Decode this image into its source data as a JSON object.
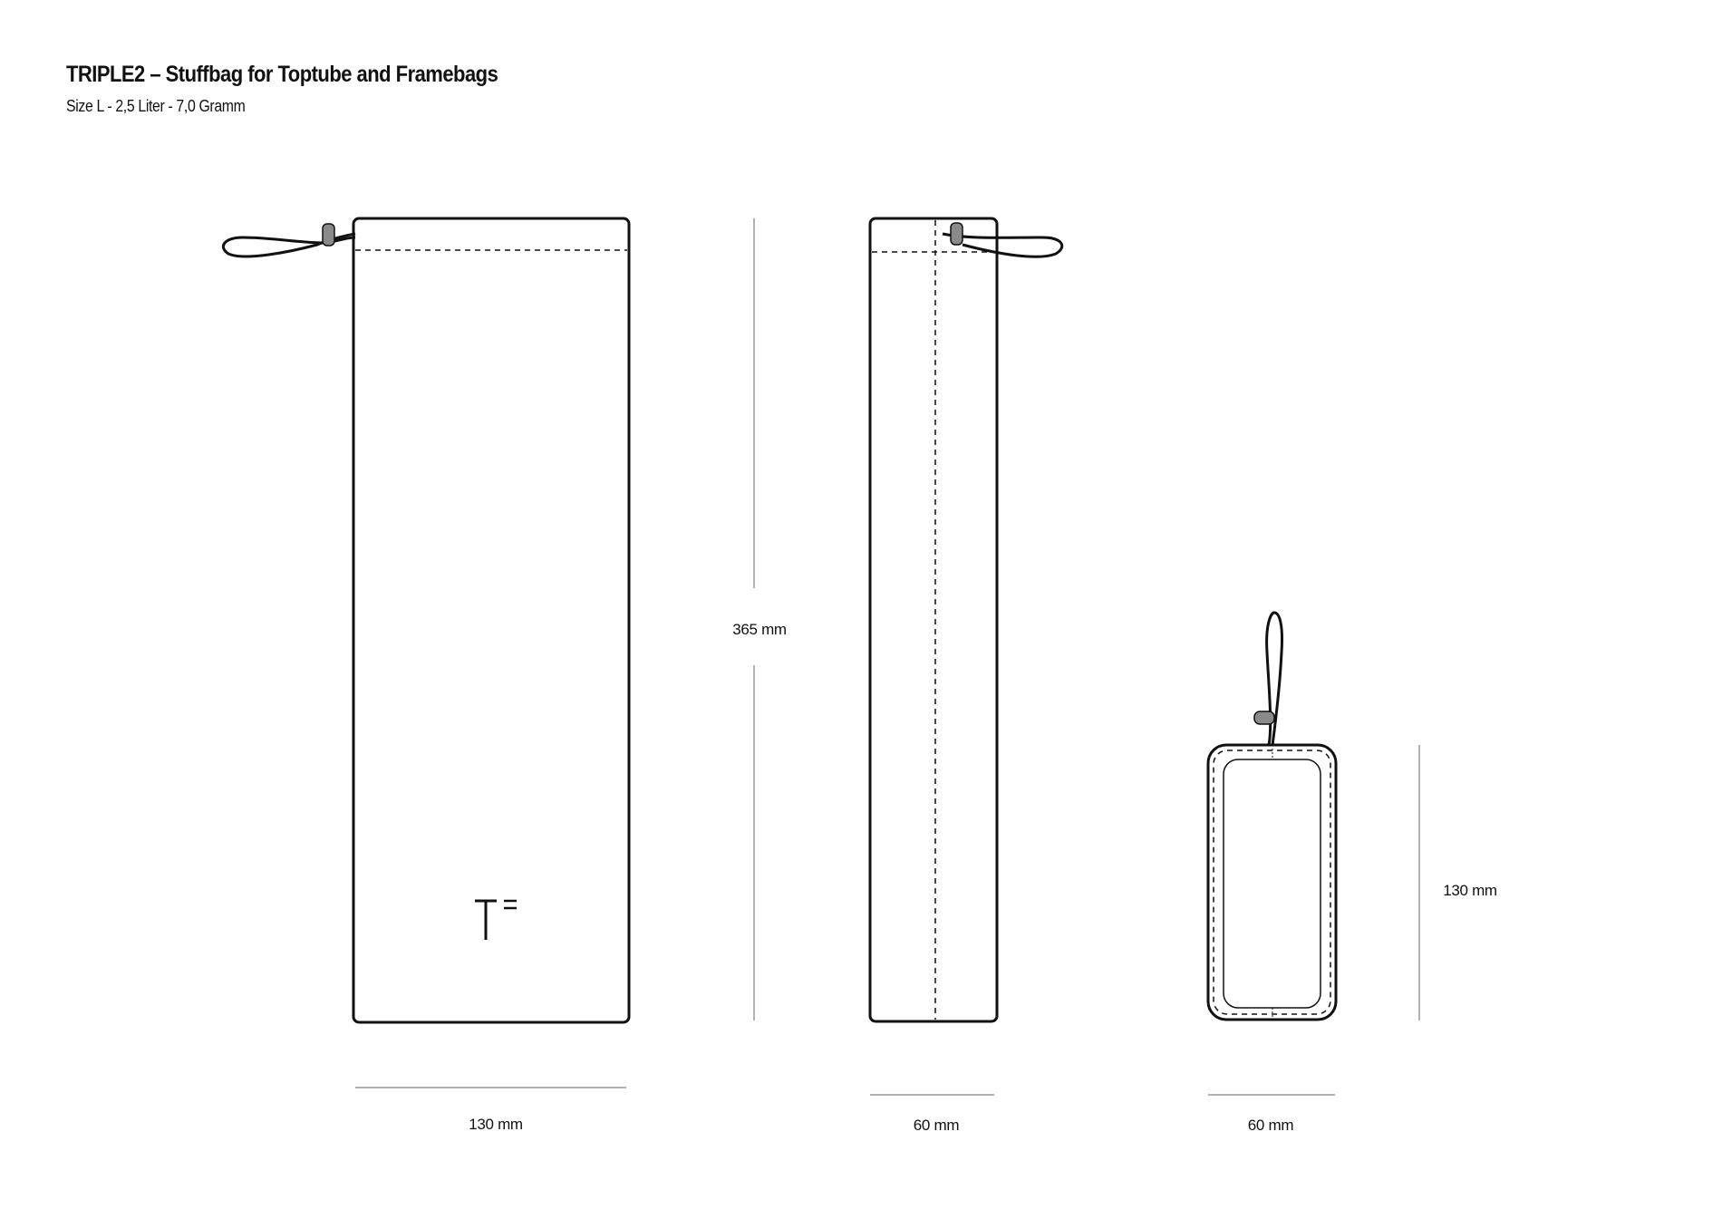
{
  "header": {
    "title": "TRIPLE2 – Stuffbag for Toptube and Framebags",
    "subtitle": "Size L - 2,5 Liter - 7,0 Gramm"
  },
  "drawings": {
    "front_view": {
      "height_label": "365 mm",
      "width_label": "130 mm",
      "logo": "T="
    },
    "side_view": {
      "width_label": "60 mm"
    },
    "bottom_view": {
      "height_label": "130 mm",
      "width_label": "60 mm"
    }
  },
  "colors": {
    "stroke": "#111111",
    "dimension_line": "#999999",
    "cord_lock": "#8a8a8a"
  }
}
